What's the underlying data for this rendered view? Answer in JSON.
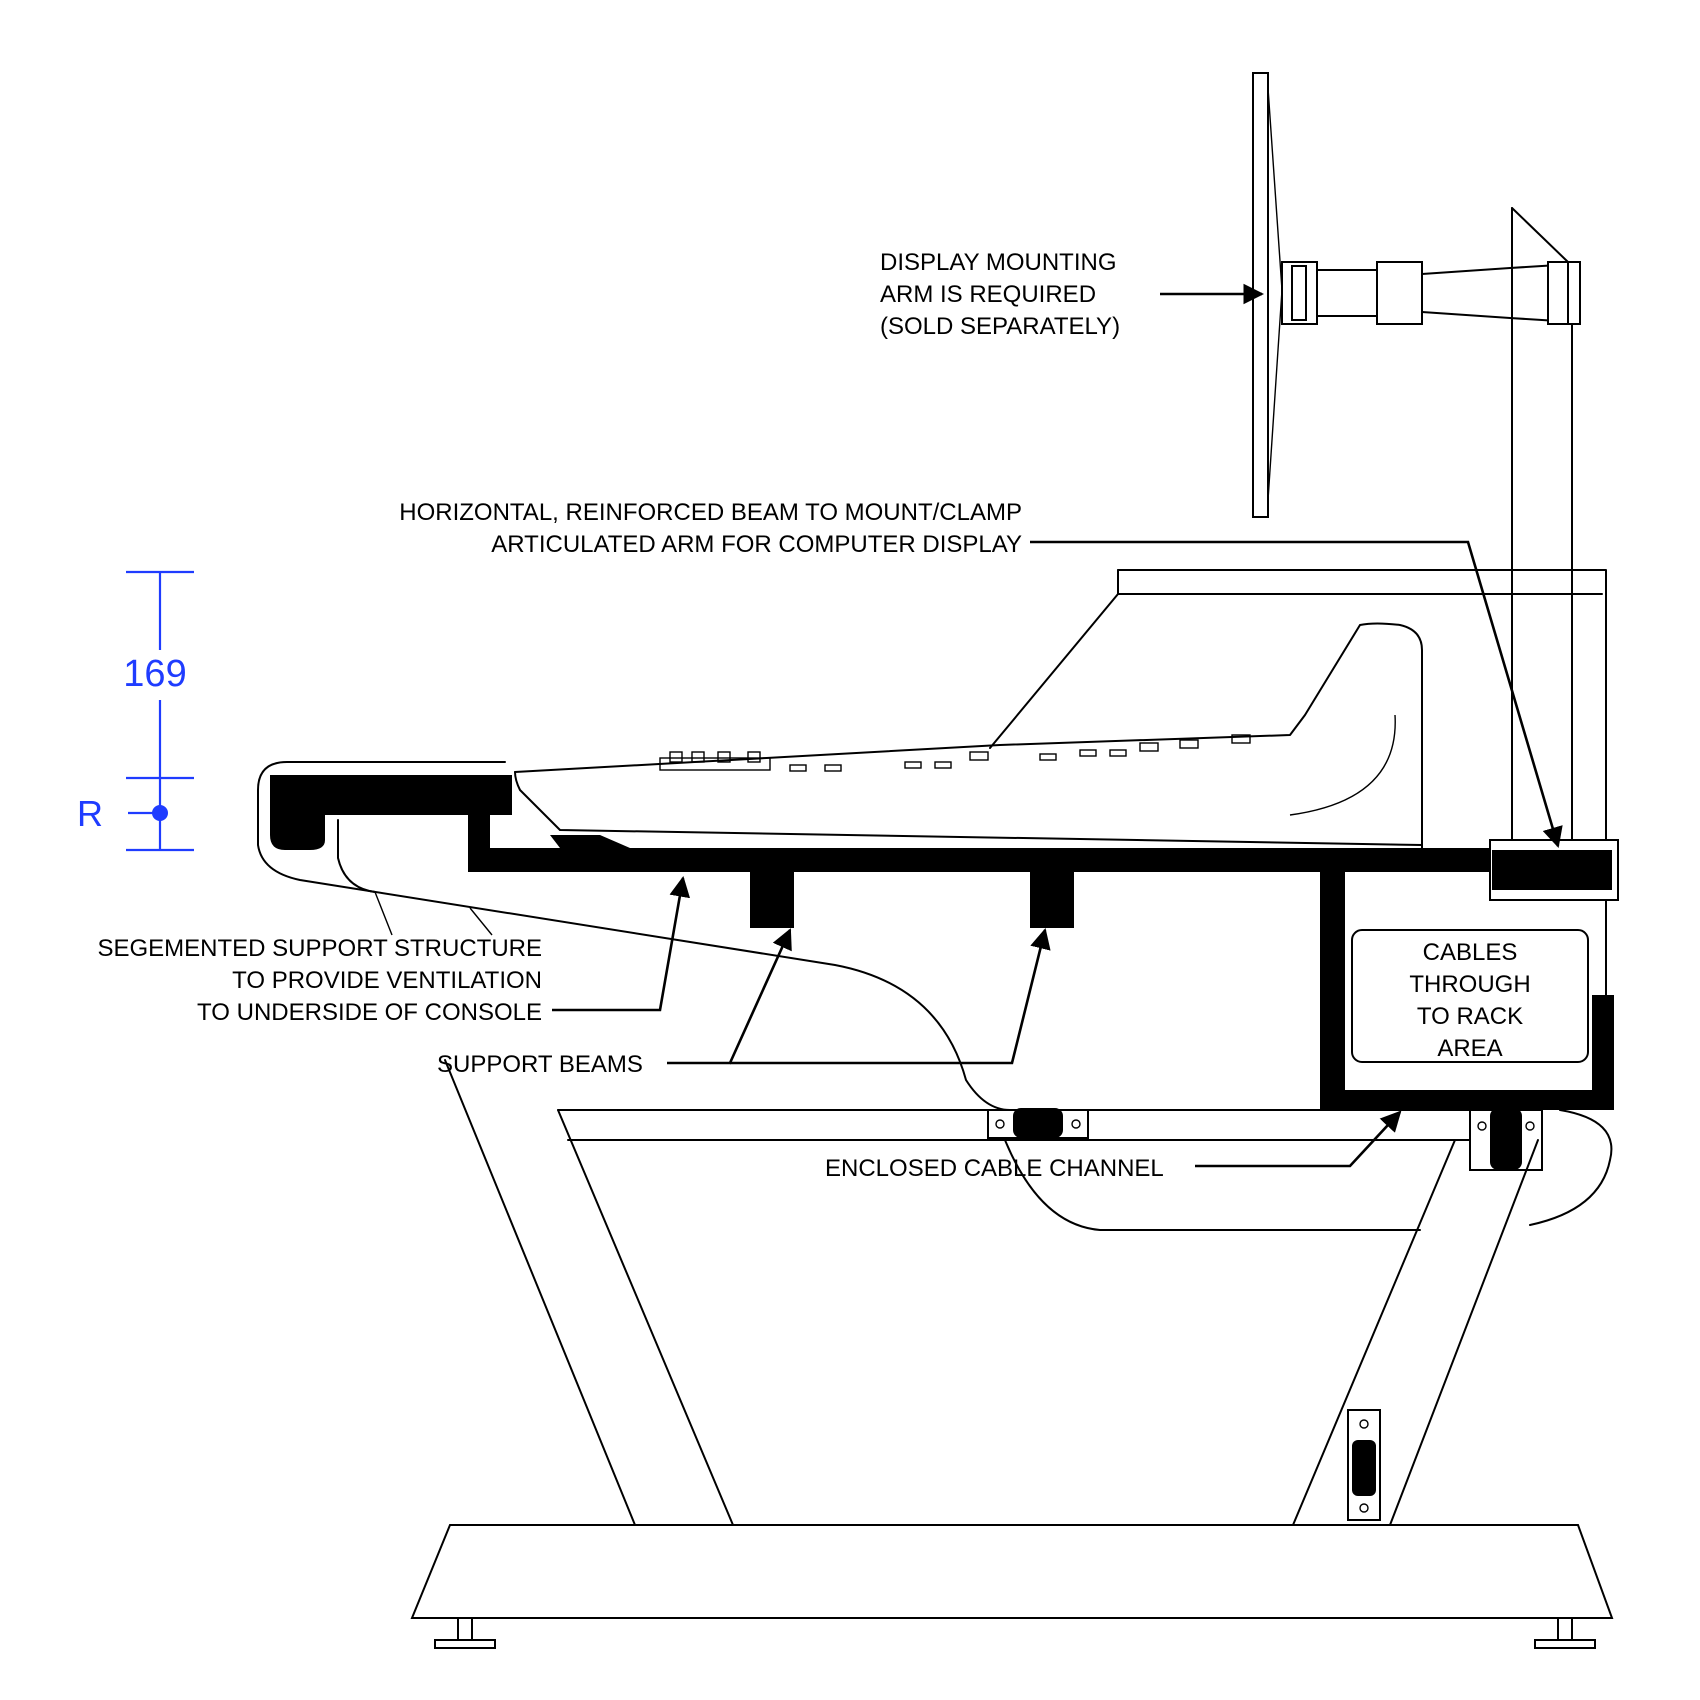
{
  "labels": {
    "display_arm": [
      "DISPLAY MOUNTING",
      "ARM IS REQUIRED",
      "(SOLD SEPARATELY)"
    ],
    "beam": [
      "HORIZONTAL, REINFORCED BEAM TO MOUNT/CLAMP",
      "ARTICULATED ARM FOR COMPUTER DISPLAY"
    ],
    "support_structure": [
      "SEGEMENTED SUPPORT STRUCTURE",
      "TO PROVIDE VENTILATION",
      "TO UNDERSIDE OF CONSOLE"
    ],
    "support_beams": "SUPPORT BEAMS",
    "cable_channel": "ENCLOSED CABLE CHANNEL",
    "cables_box": [
      "CABLES",
      "THROUGH",
      "TO RACK",
      "AREA"
    ]
  },
  "dimensions": {
    "height_value": "169",
    "radius_label": "R"
  },
  "colors": {
    "line": "#000000",
    "dimension": "#1f3cff"
  }
}
